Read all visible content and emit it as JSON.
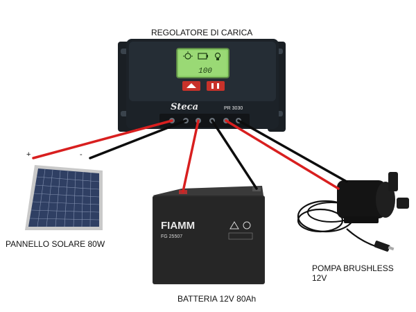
{
  "labels": {
    "regulator": "REGOLATORE DI CARICA",
    "panel": "PANNELLO SOLARE 80W",
    "battery": "BATTERIA 12V 80Ah",
    "pump": "POMPA BRUSHLESS 12V",
    "polarity_plus": "+",
    "polarity_minus": "-"
  },
  "regulator": {
    "brand": "Steca",
    "model": "PR 3030",
    "display_reading": "100"
  },
  "battery": {
    "brand": "FIAMM",
    "model": "FG 25507"
  },
  "colors": {
    "positive_wire": "#d81f1f",
    "negative_wire": "#0d0d0d",
    "lcd": "#8fd36a",
    "regulator_body": "#1c2228",
    "battery_body": "#2a2a2a",
    "panel_cells": "#2f3f63",
    "panel_frame": "#c9c9c9",
    "button": "#c8322a"
  },
  "icons": [
    "sun-icon",
    "battery-icon",
    "lamp-icon",
    "warning-icon",
    "recycle-icon"
  ]
}
